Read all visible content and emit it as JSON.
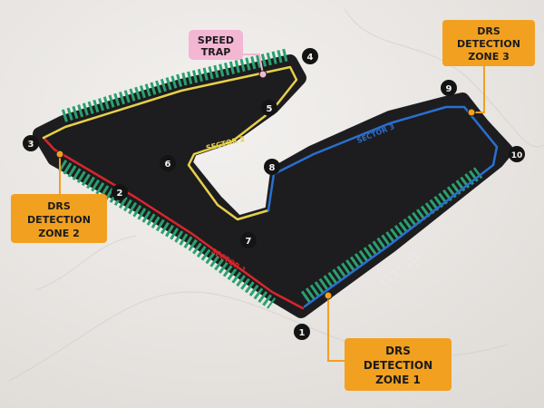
{
  "colors": {
    "track": "#1d1d1f",
    "sector1": "#d8262b",
    "sector2": "#e6d04a",
    "sector3": "#2a6fd0",
    "kerb": "#2aa070",
    "drs_box": "#f2a020",
    "speed_box": "#f3b6d3"
  },
  "sectors": {
    "s1": "SECTOR 1",
    "s2": "SECTOR 2",
    "s3": "SECTOR 3"
  },
  "turns": [
    "1",
    "2",
    "3",
    "4",
    "5",
    "6",
    "7",
    "8",
    "9",
    "10"
  ],
  "labels": {
    "speed_trap": [
      "SPEED",
      "TRAP"
    ],
    "drs1": [
      "DRS",
      "DETECTION",
      "ZONE 1"
    ],
    "drs2": [
      "DRS",
      "DETECTION",
      "ZONE 2"
    ],
    "drs3": [
      "DRS",
      "DETECTION",
      "ZONE 3"
    ]
  }
}
